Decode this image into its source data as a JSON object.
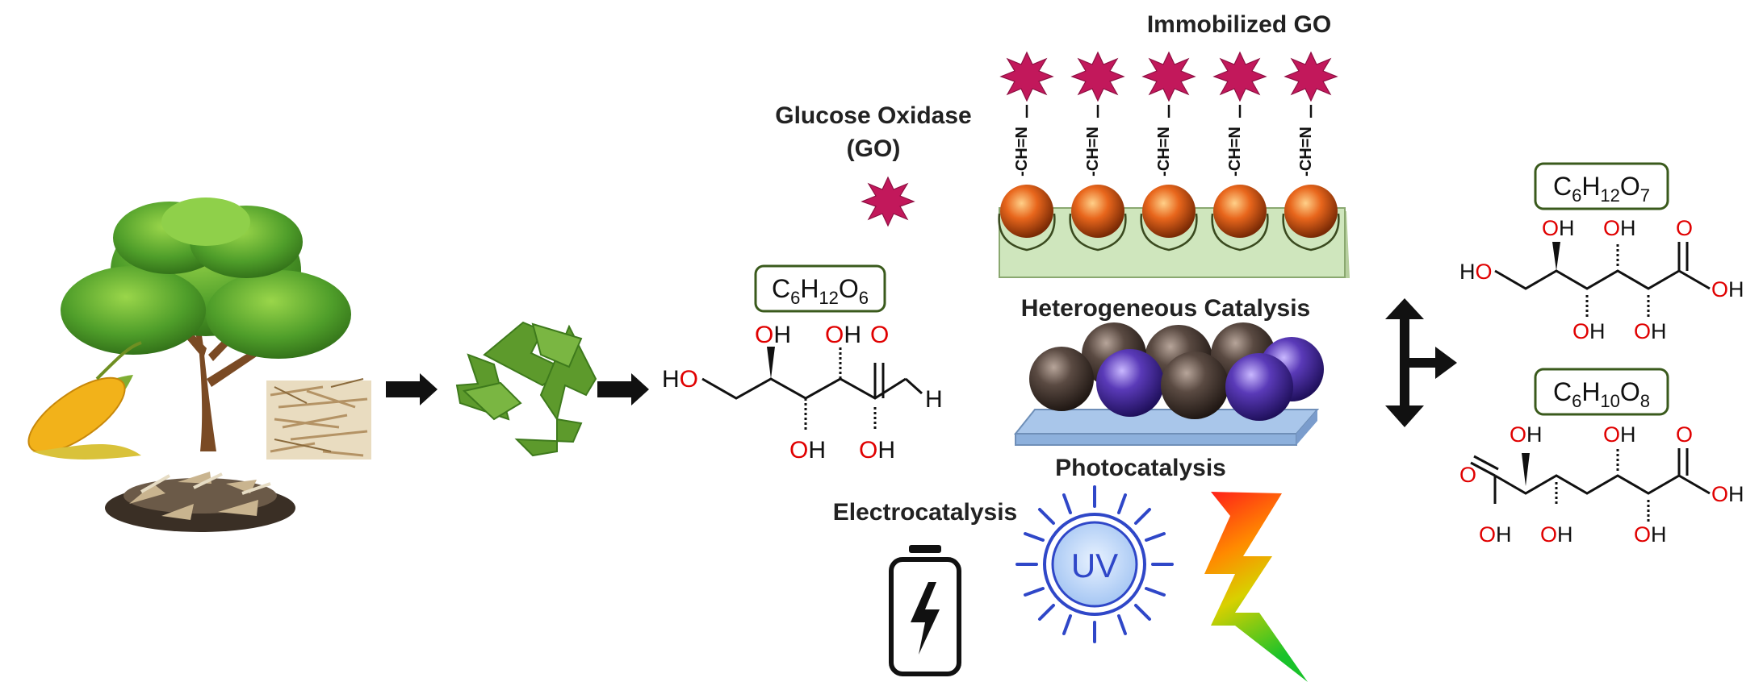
{
  "labels": {
    "immobilized": "Immobilized GO",
    "go_line1": "Glucose Oxidase",
    "go_line2": "(GO)",
    "heterogeneous": "Heterogeneous Catalysis",
    "photocatalysis": "Photocatalysis",
    "electrocatalysis": "Electrocatalysis",
    "uv": "UV",
    "linker": "-CH=N"
  },
  "formulas": {
    "glucose": {
      "base": [
        "C",
        "H",
        "O"
      ],
      "subs": [
        "6",
        "12",
        "6"
      ]
    },
    "gluconic": {
      "base": [
        "C",
        "H",
        "O"
      ],
      "subs": [
        "6",
        "12",
        "7"
      ]
    },
    "glucaric": {
      "base": [
        "C",
        "H",
        "O"
      ],
      "subs": [
        "6",
        "10",
        "8"
      ]
    }
  },
  "atoms": {
    "ho": "HO",
    "oh": "OH",
    "o": "O",
    "h": "H"
  },
  "colors": {
    "enzyme": "#c2185b",
    "support": "#cfe6bd",
    "sphere_orange": "#e8661c",
    "sphere_brown": "#4a3a33",
    "sphere_purple": "#4b2ca0",
    "uv_ring": "#2f47c8",
    "oxygen": "#e00000",
    "formula_border": "#3a5a1c"
  },
  "icons": [
    "tree-icon",
    "corn-icon",
    "wood-chips-icon",
    "straw-icon",
    "recycle-icon",
    "battery-icon",
    "sun-icon",
    "lightning-icon",
    "enzyme-icon"
  ]
}
